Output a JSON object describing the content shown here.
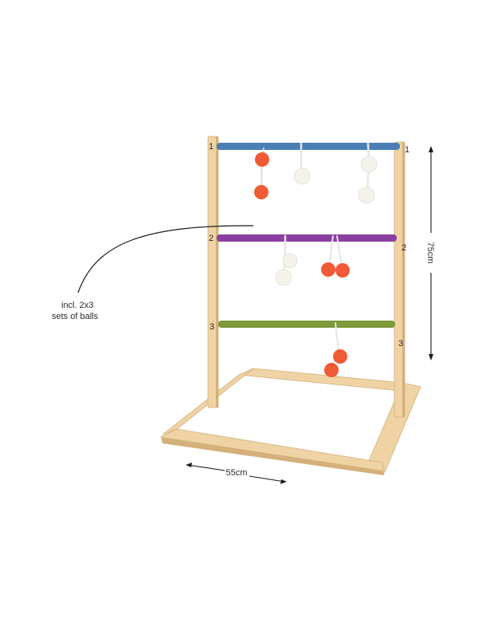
{
  "rungs": [
    {
      "number_left": "1",
      "number_right": "1",
      "color": "#4a7fb5"
    },
    {
      "number_left": "2",
      "number_right": "2",
      "color": "#8b3fa0"
    },
    {
      "number_left": "3",
      "number_right": "3",
      "color": "#7c9a3a"
    }
  ],
  "annotation": {
    "line1": "incl. 2x3",
    "line2": "sets of balls"
  },
  "dimensions": {
    "height_label": "75cm",
    "width_label": "55cm"
  },
  "colors": {
    "wood": "#efd3a4",
    "wood_dark": "#d4b07a",
    "ball_orange": "#f05a35",
    "ball_white": "#f4f2ea"
  }
}
